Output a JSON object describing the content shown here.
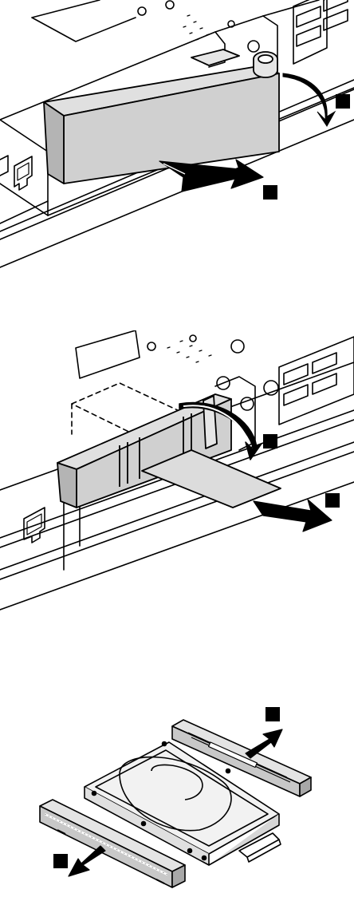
{
  "figure": {
    "panels": [
      {
        "step": "remove-top-cover",
        "callouts": [
          "",
          ""
        ]
      },
      {
        "step": "pull-tab-to-remove-drive",
        "callouts": [
          "",
          ""
        ]
      },
      {
        "step": "remove-side-rails",
        "callouts": [
          "",
          ""
        ]
      }
    ]
  },
  "colors": {
    "line": "#000000",
    "cover_fill": "#d0d0d0",
    "cover_shade": "#b4b4b4",
    "rail_fill": "#c8c8c8",
    "background": "#ffffff"
  },
  "icons": [
    "arrow-right-icon",
    "rotate-arrow-icon",
    "arrow-upright-icon",
    "arrow-downleft-icon"
  ]
}
